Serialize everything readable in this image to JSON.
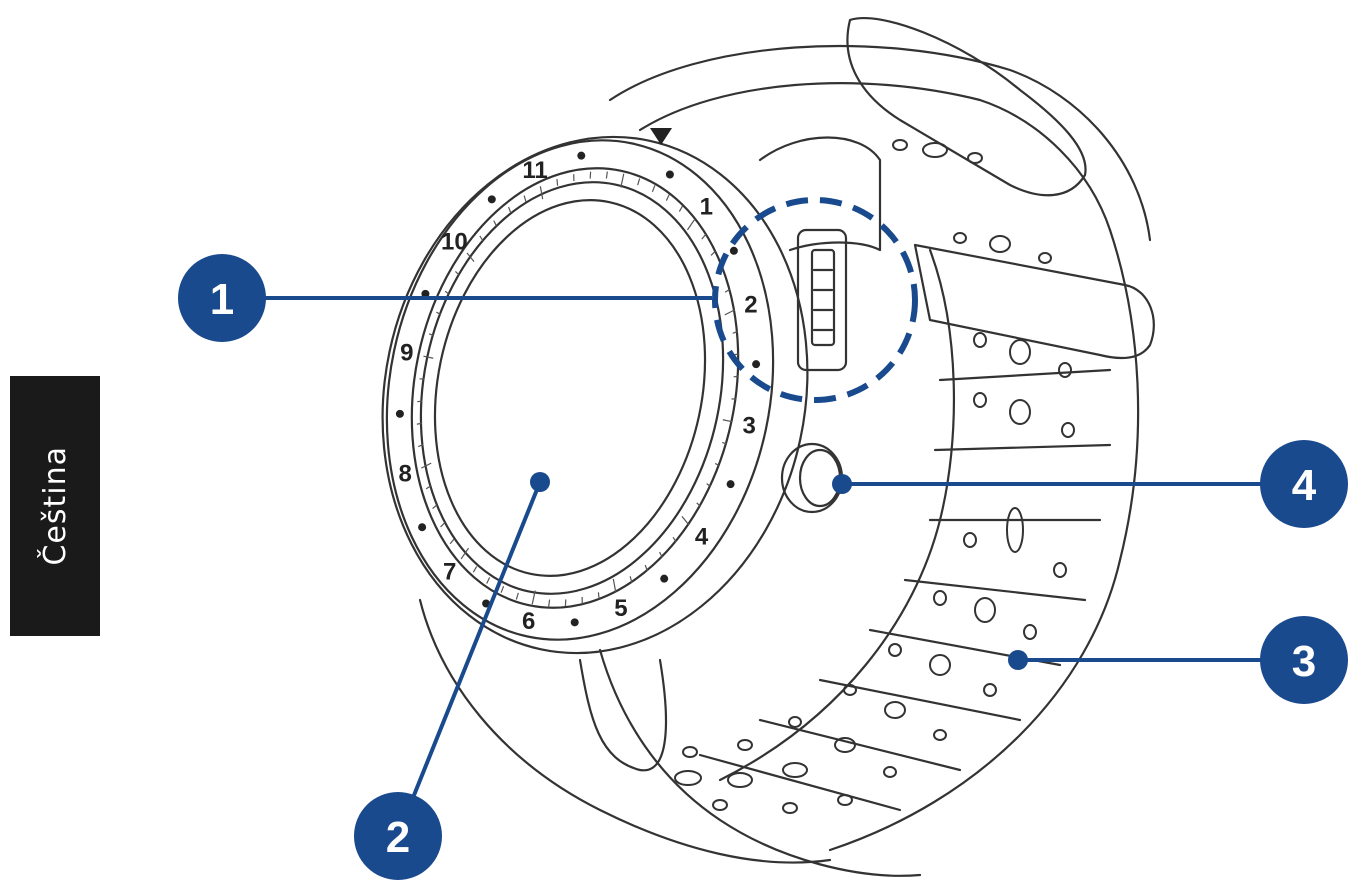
{
  "language_tab": {
    "label": "Čeština"
  },
  "colors": {
    "callout": "#1a4a8e",
    "line_art": "#333333",
    "tab_bg": "#1a1a1a"
  },
  "callouts": [
    {
      "label": "1",
      "part": "port-area"
    },
    {
      "label": "2",
      "part": "display"
    },
    {
      "label": "3",
      "part": "strap"
    },
    {
      "label": "4",
      "part": "button"
    }
  ],
  "bezel": {
    "numbers": [
      "1",
      "2",
      "3",
      "4",
      "5",
      "6",
      "7",
      "8",
      "9",
      "10",
      "11"
    ]
  }
}
